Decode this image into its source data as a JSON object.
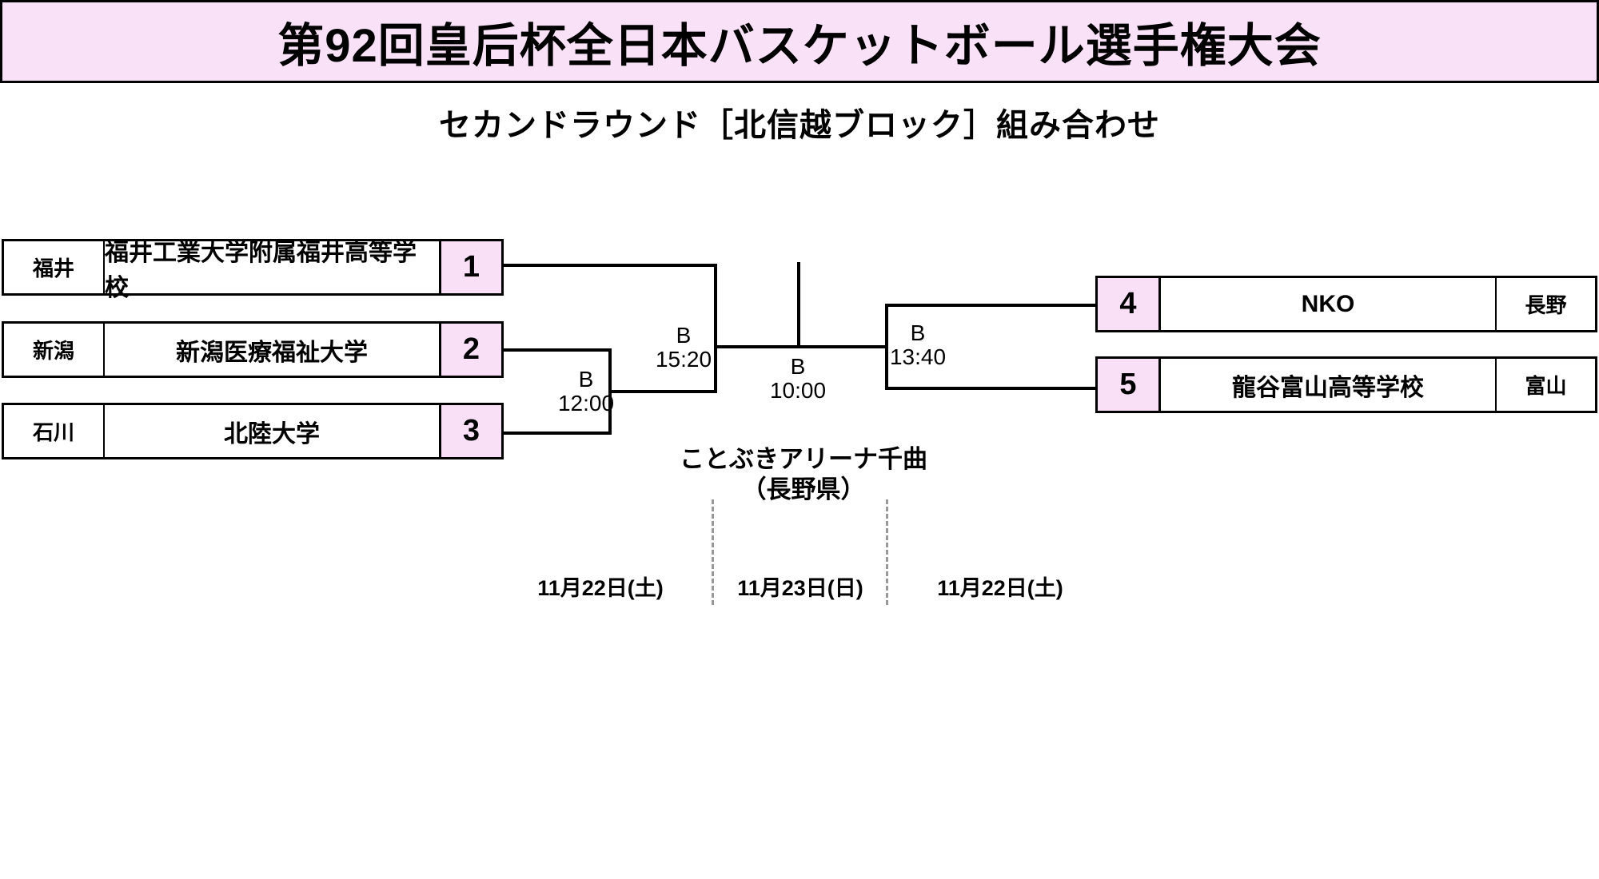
{
  "title": "第92回皇后杯全日本バスケットボール選手権大会",
  "subtitle": "セカンドラウンド［北信越ブロック］組み合わせ",
  "colors": {
    "header_bg": "#f9e2f8",
    "seed_bg": "#f9e0f7",
    "line": "#000000",
    "dash": "#999999"
  },
  "bracket": {
    "left_teams": [
      {
        "prefecture": "福井",
        "name": "福井工業大学附属福井高等学校",
        "seed": "1"
      },
      {
        "prefecture": "新潟",
        "name": "新潟医療福祉大学",
        "seed": "2"
      },
      {
        "prefecture": "石川",
        "name": "北陸大学",
        "seed": "3"
      }
    ],
    "right_teams": [
      {
        "seed": "4",
        "name": "NKO",
        "prefecture": "長野"
      },
      {
        "seed": "5",
        "name": "龍谷富山高等学校",
        "prefecture": "富山"
      }
    ]
  },
  "matches": {
    "left_first": {
      "court": "B",
      "time": "12:00"
    },
    "left_semi": {
      "court": "B",
      "time": "15:20"
    },
    "final": {
      "court": "B",
      "time": "10:00"
    },
    "right_semi": {
      "court": "B",
      "time": "13:40"
    }
  },
  "venue": {
    "line1": "ことぶきアリーナ千曲",
    "line2": "（長野県）"
  },
  "dates": [
    "11月22日(土)",
    "11月23日(日)",
    "11月22日(土)"
  ]
}
